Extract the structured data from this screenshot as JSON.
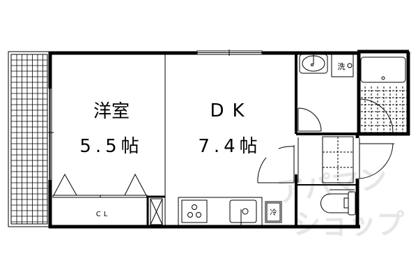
{
  "rooms": {
    "western": {
      "name": "洋室",
      "size": "5.5帖"
    },
    "dk": {
      "name": "DK",
      "size": "7.4帖"
    },
    "closet": {
      "name": "CL"
    }
  },
  "fixtures": {
    "washer": "洗",
    "fridge": "冷"
  },
  "watermark": "アパマンショップ",
  "colors": {
    "line": "#000000",
    "watermark": "#e4e4e4"
  }
}
